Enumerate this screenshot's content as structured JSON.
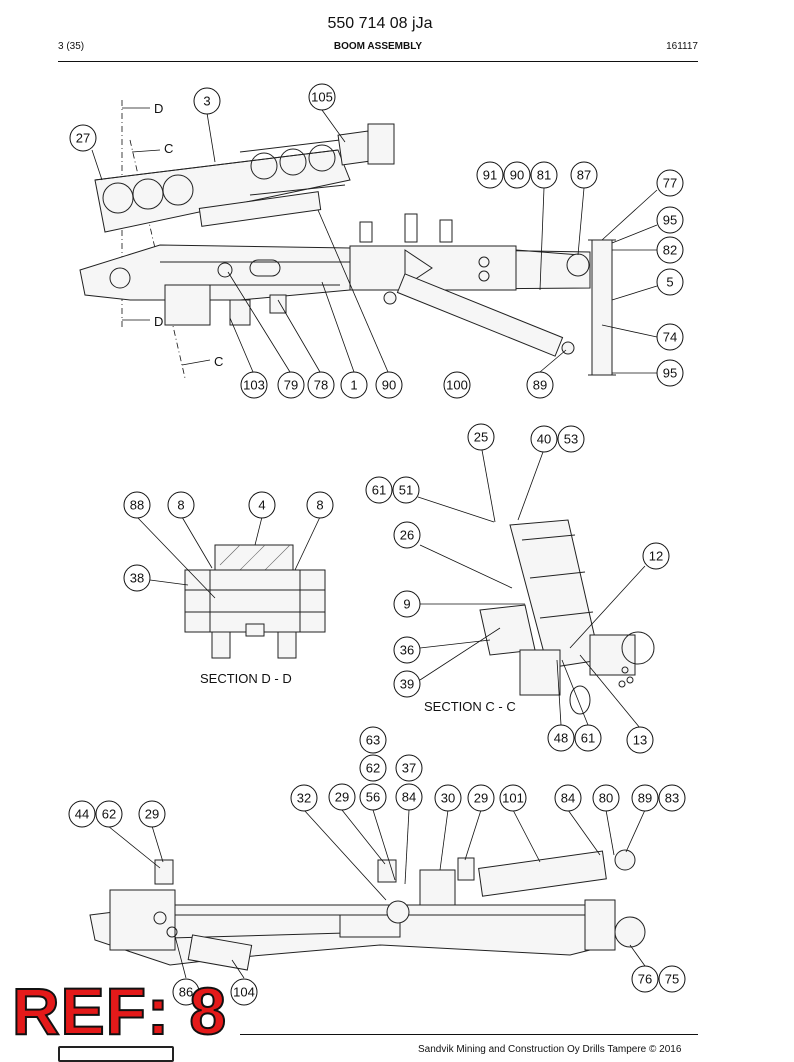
{
  "header": {
    "doc_number": "550 714 08 jJa",
    "page": "3 (35)",
    "title": "BOOM ASSEMBLY",
    "date": "161117"
  },
  "figure1": {
    "section_markers": [
      "D",
      "C",
      "D",
      "C"
    ],
    "callouts": [
      "3",
      "105",
      "27",
      "91",
      "90",
      "81",
      "87",
      "77",
      "95",
      "82",
      "5",
      "74",
      "95",
      "103",
      "79",
      "78",
      "1",
      "90",
      "100",
      "89"
    ]
  },
  "section_dd": {
    "label": "SECTION D - D",
    "callouts": [
      "88",
      "8",
      "4",
      "8",
      "38"
    ]
  },
  "section_cc": {
    "label": "SECTION C - C",
    "callouts": [
      "25",
      "40",
      "53",
      "61",
      "51",
      "26",
      "12",
      "9",
      "36",
      "39",
      "48",
      "61",
      "13"
    ]
  },
  "figure3": {
    "callouts": [
      "63",
      "62",
      "37",
      "32",
      "29",
      "56",
      "84",
      "30",
      "29",
      "101",
      "84",
      "80",
      "89",
      "83",
      "44",
      "62",
      "29",
      "86",
      "104",
      "76",
      "75"
    ]
  },
  "footer": {
    "text": "Sandvik Mining and Construction Oy Drills Tampere © 2016"
  },
  "stamp": {
    "text": "REF: 8",
    "color": "#e41a1a"
  }
}
